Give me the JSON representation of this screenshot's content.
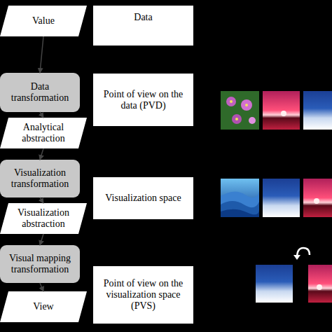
{
  "diagram": {
    "nodes": [
      {
        "text": [
          "Value"
        ]
      },
      {
        "text": [
          "Data transformation"
        ]
      },
      {
        "text": [
          "Analytical abstraction"
        ]
      },
      {
        "text": [
          "Visualization transformation"
        ]
      },
      {
        "text": [
          "Visualization abstraction"
        ]
      },
      {
        "text": [
          "Visual mapping transformation"
        ]
      },
      {
        "text": [
          "View"
        ]
      },
      {
        "text": [
          "Data"
        ]
      },
      {
        "text": [
          "Point of view on the data (PVD)"
        ]
      },
      {
        "text": [
          "Visualization space"
        ]
      },
      {
        "text": [
          "Point of view on the visualization space (PVS)"
        ]
      }
    ],
    "edges": [
      {
        "from": 0,
        "to": 1,
        "arrow": "to"
      },
      {
        "from": 1,
        "to": 2,
        "arrow": "to"
      },
      {
        "from": 2,
        "to": 3,
        "arrow": "to"
      },
      {
        "from": 3,
        "to": 4,
        "arrow": "to"
      },
      {
        "from": 4,
        "to": 5,
        "arrow": "to"
      },
      {
        "from": 5,
        "to": 6,
        "arrow": "to"
      }
    ]
  }
}
